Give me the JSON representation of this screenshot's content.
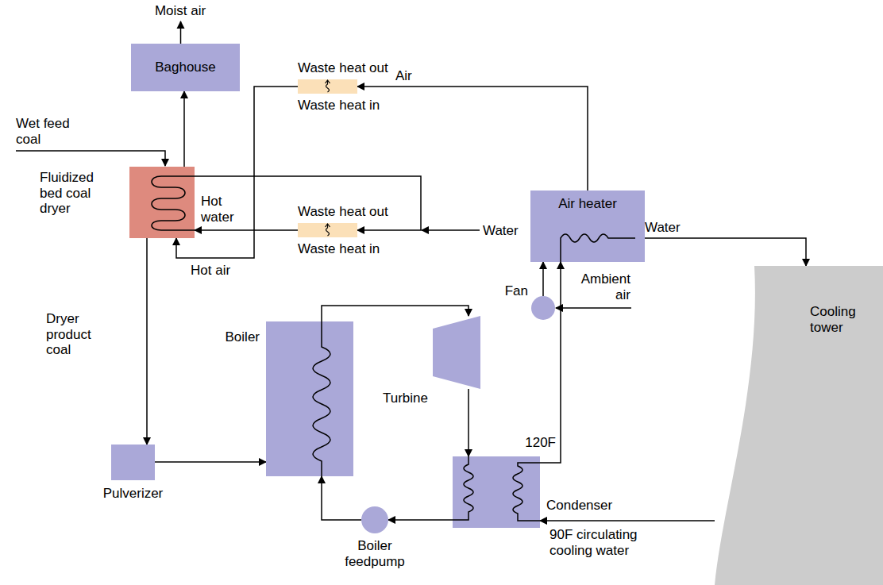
{
  "diagram": {
    "nodes": [
      {
        "text": [
          "Baghouse"
        ]
      },
      {
        "text": [
          "Waste heat out",
          "Waste heat in"
        ]
      },
      {
        "text": [
          "Fluidized bed coal dryer"
        ]
      },
      {
        "text": [
          "Waste heat out",
          "Waste heat in"
        ]
      },
      {
        "text": [
          "Air heater"
        ]
      },
      {
        "text": [
          "Fan"
        ]
      },
      {
        "text": [
          "Cooling tower"
        ]
      },
      {
        "text": [
          "Boiler"
        ]
      },
      {
        "text": [
          "Turbine"
        ]
      },
      {
        "text": [
          "Pulverizer"
        ]
      },
      {
        "text": [
          "Condenser"
        ]
      },
      {
        "text": [
          "Boiler feedpump"
        ]
      }
    ],
    "edges": [
      {
        "from": 2,
        "to": 0,
        "arrow": "to"
      },
      {
        "from": 4,
        "to": 1,
        "arrow": "to",
        "label": "Air"
      },
      {
        "from": 1,
        "to": 2,
        "arrow": "to",
        "label": "Hot air"
      },
      {
        "from": 2,
        "to": 3,
        "arrow": "to"
      },
      {
        "from": 3,
        "to": 2,
        "arrow": "to",
        "label": "Hot water"
      },
      {
        "from": 10,
        "to": 4,
        "arrow": "to",
        "label": "120F"
      },
      {
        "from": 5,
        "to": 4,
        "arrow": "to"
      },
      {
        "from": 4,
        "to": 6,
        "arrow": "to",
        "label": "Water"
      },
      {
        "from": 6,
        "to": 10,
        "arrow": "to",
        "label": "90F circulating cooling water"
      },
      {
        "from": 2,
        "to": 9,
        "arrow": "to",
        "label": "Dryer product coal"
      },
      {
        "from": 9,
        "to": 7,
        "arrow": "to"
      },
      {
        "from": 7,
        "to": 8,
        "arrow": "to"
      },
      {
        "from": 8,
        "to": 10,
        "arrow": "to"
      },
      {
        "from": 10,
        "to": 11,
        "arrow": "to"
      },
      {
        "from": 11,
        "to": 7,
        "arrow": "to"
      }
    ],
    "labels": [
      "Moist air",
      "Wet feed coal",
      "Water",
      "Ambient air"
    ]
  }
}
